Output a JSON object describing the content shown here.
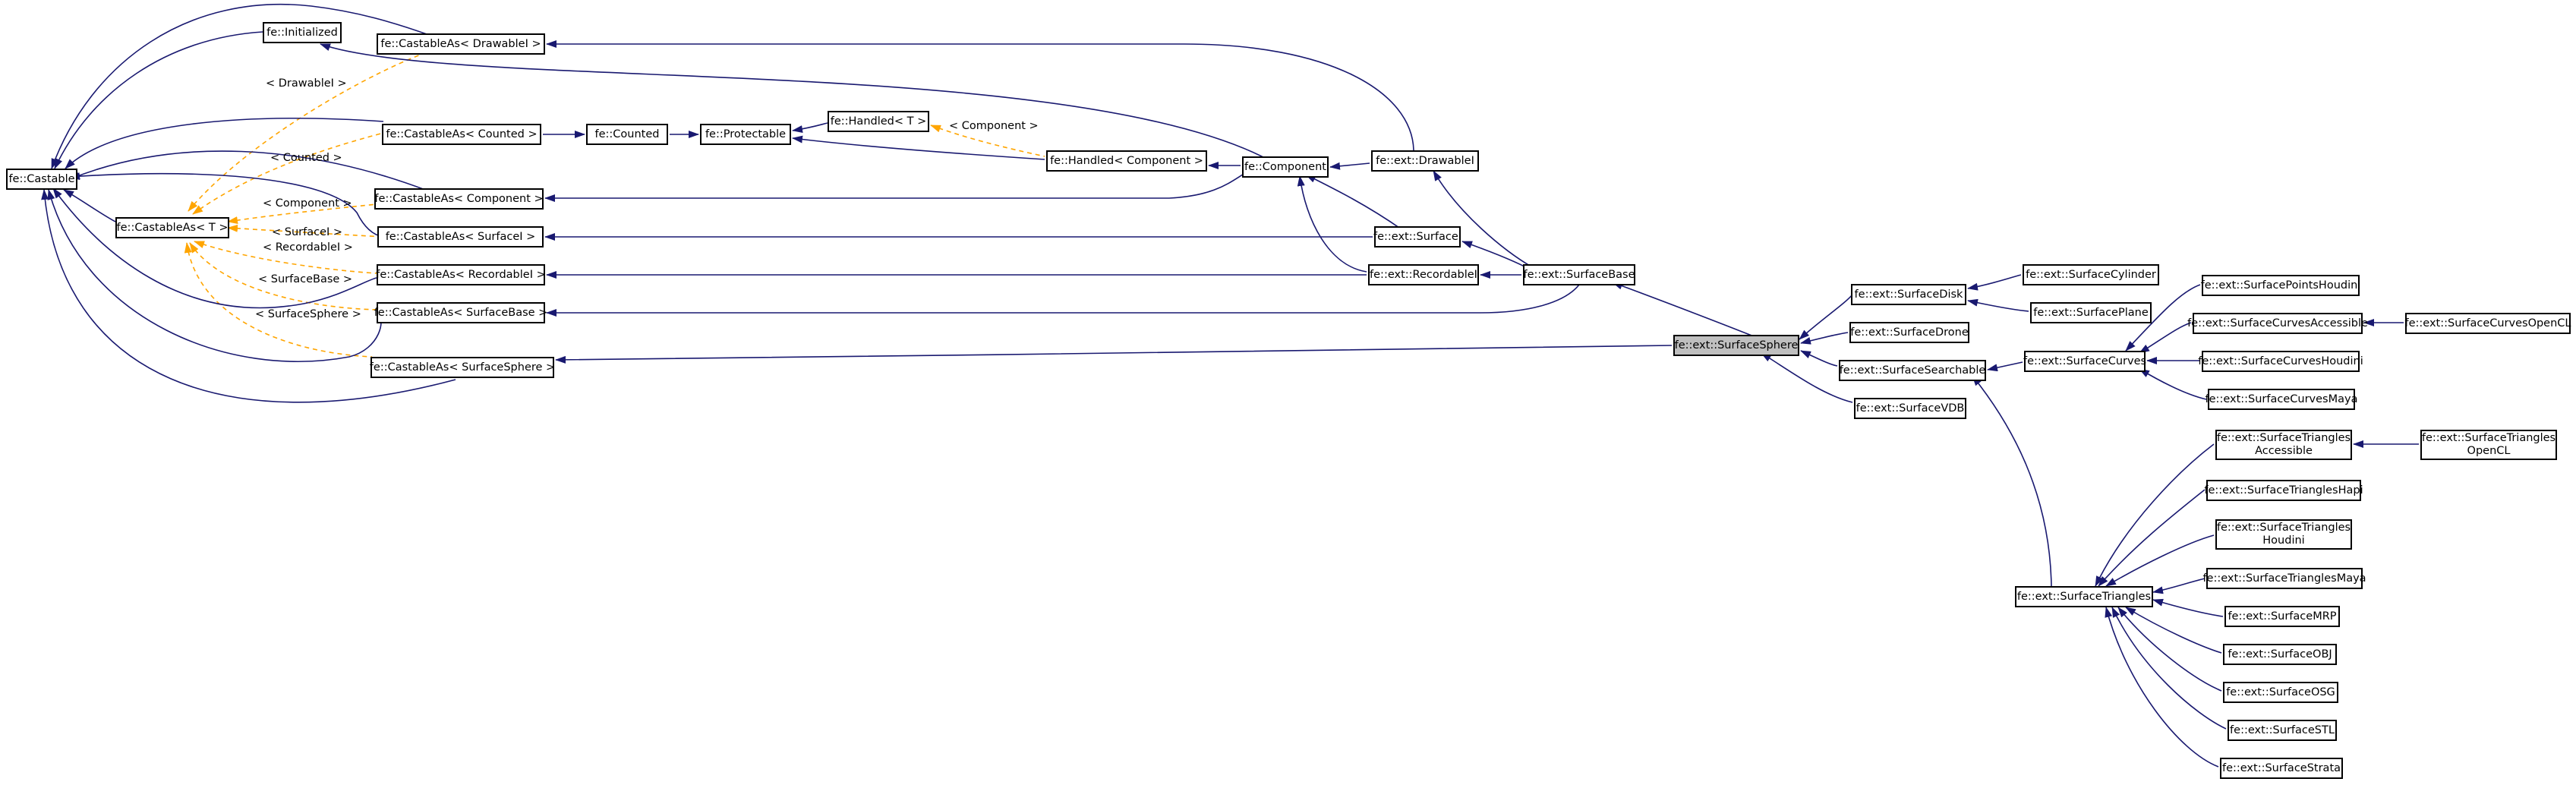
{
  "colors": {
    "inheritance": "#191970",
    "template": "#ffa500",
    "node_border": "#000000",
    "focus_fill": "#bfbfbf"
  },
  "nodes": {
    "castable": [
      "fe::Castable"
    ],
    "initialized": [
      "fe::Initialized"
    ],
    "castableas_t": [
      "fe::CastableAs< T >"
    ],
    "ca_drawable": [
      "fe::CastableAs< DrawableI >"
    ],
    "ca_counted": [
      "fe::CastableAs< Counted >"
    ],
    "ca_component": [
      "fe::CastableAs< Component >"
    ],
    "ca_surface": [
      "fe::CastableAs< SurfaceI >"
    ],
    "ca_recordable": [
      "fe::CastableAs< RecordableI >"
    ],
    "ca_surfacebase": [
      "fe::CastableAs< SurfaceBase >"
    ],
    "ca_surfacesphere": [
      "fe::CastableAs< SurfaceSphere >"
    ],
    "counted": [
      "fe::Counted"
    ],
    "protectable": [
      "fe::Protectable"
    ],
    "handled_t": [
      "fe::Handled< T >"
    ],
    "handled_component": [
      "fe::Handled< Component >"
    ],
    "component": [
      "fe::Component"
    ],
    "drawable": [
      "fe::ext::DrawableI"
    ],
    "surface_i": [
      "fe::ext::SurfaceI"
    ],
    "recordable": [
      "fe::ext::RecordableI"
    ],
    "surfacebase": [
      "fe::ext::SurfaceBase"
    ],
    "surfacesphere": [
      "fe::ext::SurfaceSphere"
    ],
    "surfacedisk": [
      "fe::ext::SurfaceDisk"
    ],
    "surfacedrone": [
      "fe::ext::SurfaceDrone"
    ],
    "surfacesearchable": [
      "fe::ext::SurfaceSearchable"
    ],
    "surfacevdb": [
      "fe::ext::SurfaceVDB"
    ],
    "surfacecylinder": [
      "fe::ext::SurfaceCylinder"
    ],
    "surfaceplane": [
      "fe::ext::SurfacePlane"
    ],
    "surfacecurves": [
      "fe::ext::SurfaceCurves"
    ],
    "surfacetriangles": [
      "fe::ext::SurfaceTriangles"
    ],
    "pointshoudini": [
      "fe::ext::SurfacePointsHoudini"
    ],
    "curvesaccessible": [
      "fe::ext::SurfaceCurvesAccessible"
    ],
    "curvesopencl": [
      "fe::ext::SurfaceCurvesOpenCL"
    ],
    "curveshoudini": [
      "fe::ext::SurfaceCurvesHoudini"
    ],
    "curvesmaya": [
      "fe::ext::SurfaceCurvesMaya"
    ],
    "triaccessible": [
      "fe::ext::SurfaceTriangles",
      "Accessible"
    ],
    "triopencl": [
      "fe::ext::SurfaceTriangles",
      "OpenCL"
    ],
    "trihapi": [
      "fe::ext::SurfaceTrianglesHapi"
    ],
    "trihoudini": [
      "fe::ext::SurfaceTriangles",
      "Houdini"
    ],
    "trimaya": [
      "fe::ext::SurfaceTrianglesMaya"
    ],
    "surfacemrp": [
      "fe::ext::SurfaceMRP"
    ],
    "surfaceobj": [
      "fe::ext::SurfaceOBJ"
    ],
    "surfaceosg": [
      "fe::ext::SurfaceOSG"
    ],
    "surfacestl": [
      "fe::ext::SurfaceSTL"
    ],
    "surfacestrata": [
      "fe::ext::SurfaceStrata"
    ]
  },
  "edge_labels": {
    "drawable": "< DrawableI >",
    "counted": "< Counted >",
    "component": "< Component >",
    "surface": "< SurfaceI >",
    "recordable": "< RecordableI >",
    "surfacebase": "< SurfaceBase >",
    "surfacesphere": "< SurfaceSphere >",
    "handled_component": "< Component >"
  }
}
